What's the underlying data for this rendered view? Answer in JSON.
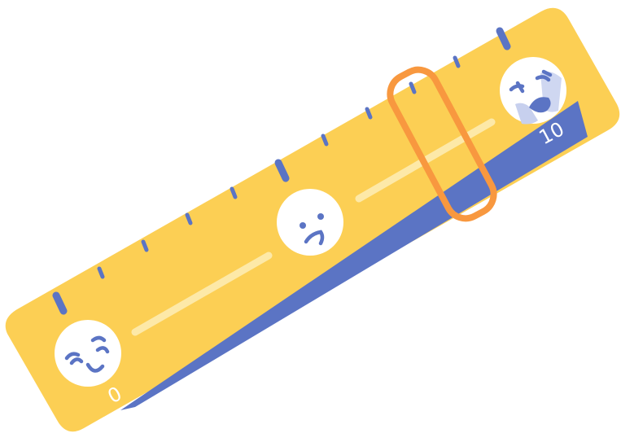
{
  "scale": {
    "min_label": "0",
    "max_label": "10",
    "selected_value": 8,
    "range": [
      0,
      10
    ]
  },
  "faces": [
    {
      "name": "happy-face-icon",
      "position": 0
    },
    {
      "name": "neutral-face-icon",
      "position": 5
    },
    {
      "name": "crying-face-icon",
      "position": 10
    }
  ],
  "colors": {
    "ruler": "#fccf54",
    "wedge": "#5b74c4",
    "selector": "#f8983f",
    "slider_track": "#fde9a8",
    "face": "#ffffff",
    "face_features": "#5b74c4",
    "tear": "#c7d0ee"
  },
  "icons": [
    "happy-face-icon",
    "neutral-face-icon",
    "crying-face-icon",
    "pain-scale-selector-icon"
  ]
}
